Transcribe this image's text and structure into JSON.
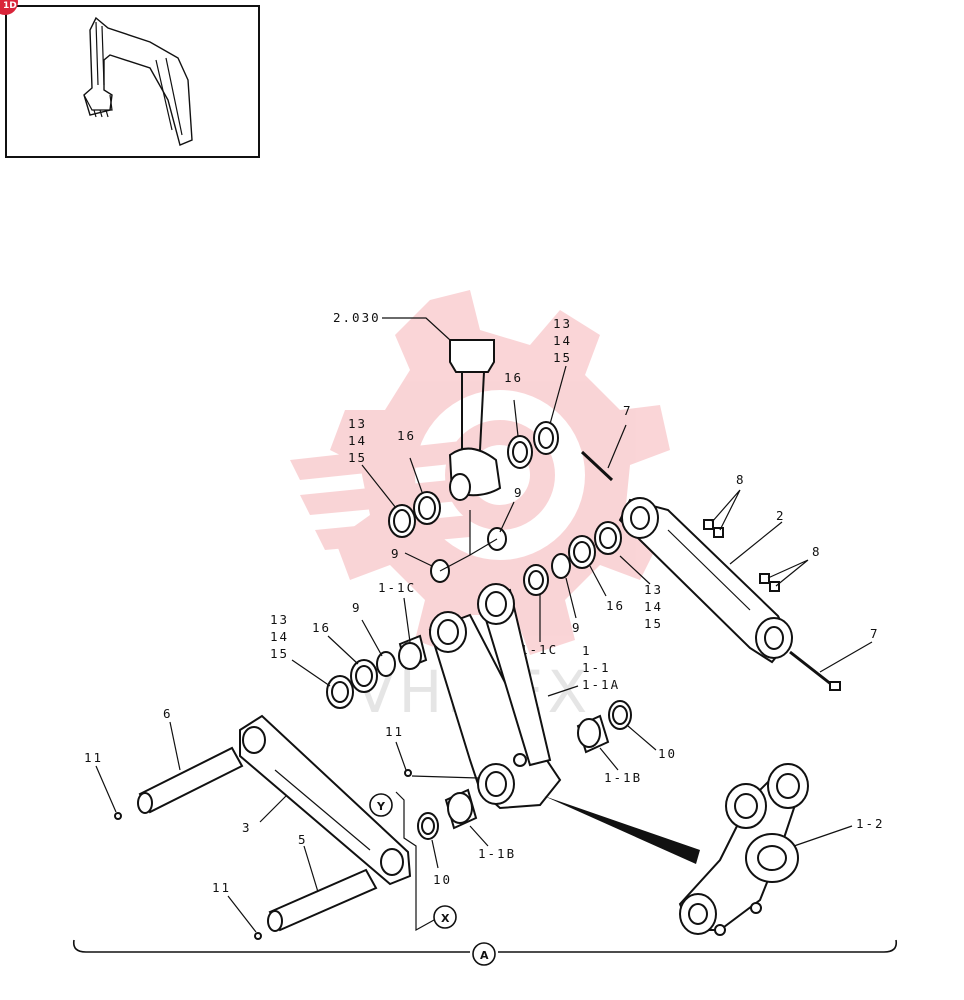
{
  "badge": {
    "text": "1D"
  },
  "callouts": {
    "c_2030": "2.030",
    "c_13_a": "13",
    "c_14_a": "14",
    "c_15_a": "15",
    "c_13_b": "13",
    "c_14_b": "14",
    "c_15_b": "15",
    "c_13_c": "13",
    "c_14_c": "14",
    "c_15_c": "15",
    "c_13_d": "13",
    "c_14_d": "14",
    "c_15_d": "15",
    "c_16_a": "16",
    "c_16_b": "16",
    "c_16_c": "16",
    "c_16_d": "16",
    "c_9_a": "9",
    "c_9_b": "9",
    "c_9_c": "9",
    "c_9_d": "9",
    "c_7_a": "7",
    "c_7_b": "7",
    "c_8_a": "8",
    "c_8_b": "8",
    "c_2": "2",
    "c_1": "1",
    "c_1_1": "1-1",
    "c_1_1A": "1-1A",
    "c_1_1C_a": "1-1C",
    "c_1_1C_b": "1-1C",
    "c_1_1B_a": "1-1B",
    "c_1_1B_b": "1-1B",
    "c_10_a": "10",
    "c_10_b": "10",
    "c_11_a": "11",
    "c_11_b": "11",
    "c_11_c": "11",
    "c_6": "6",
    "c_5": "5",
    "c_3": "3",
    "c_1_2": "1-2",
    "ref_Y": "Y",
    "ref_X": "X",
    "ref_A": "A"
  },
  "watermark": {
    "text": "VHITEX",
    "color": "#e8404a"
  }
}
